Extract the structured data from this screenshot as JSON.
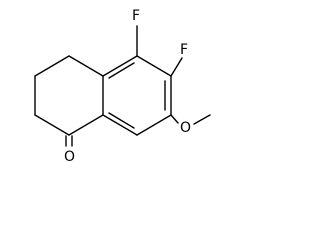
{
  "molecule": {
    "atoms": {
      "fluorine_upper": "F",
      "fluorine_lower": "F",
      "methoxy_oxygen": "O",
      "carbonyl_oxygen": "O"
    }
  }
}
